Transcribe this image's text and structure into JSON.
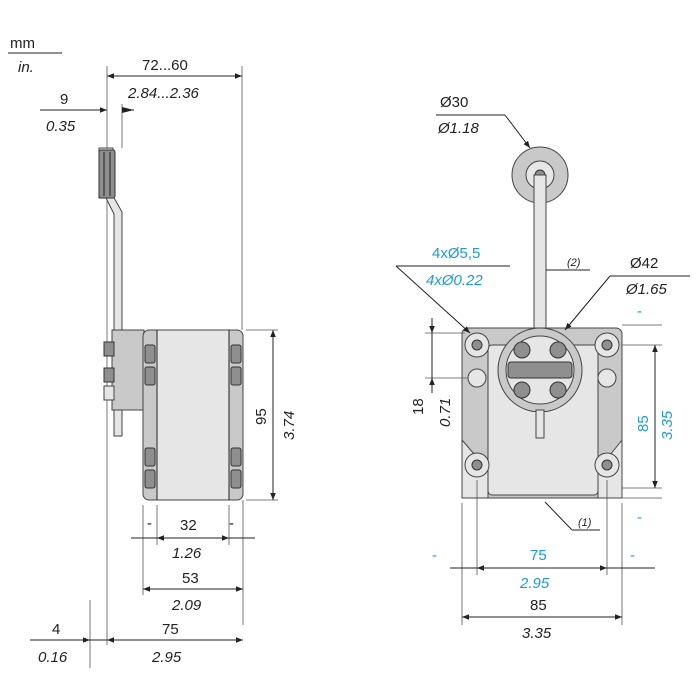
{
  "units": {
    "primary": "mm",
    "secondary": "in."
  },
  "side_view": {
    "lever_offset": {
      "mm": "72...60",
      "in": "2.84...2.36"
    },
    "lever_width": {
      "mm": "9",
      "in": "0.35"
    },
    "body_height": {
      "mm": "95",
      "in": "3.74"
    },
    "center_width": {
      "mm": "32",
      "in": "1.26"
    },
    "body_depth": {
      "mm": "53",
      "in": "2.09"
    },
    "overall_depth": {
      "mm": "75",
      "in": "2.95"
    },
    "rod_offset": {
      "mm": "4",
      "in": "0.16"
    },
    "tick_left": "-",
    "tick_right": "-"
  },
  "front_view": {
    "roller_dia": {
      "mm": "Ø30",
      "in": "Ø1.18"
    },
    "hole_dia": {
      "mm": "4xØ5,5",
      "in": "4xØ0.22"
    },
    "note2": "(2)",
    "head_dia": {
      "mm": "Ø42",
      "in": "Ø1.65"
    },
    "hole_offset": {
      "mm": "18",
      "in": "0.71"
    },
    "hole_spacing_v": {
      "mm": "85",
      "in": "3.35"
    },
    "hole_spacing_h": {
      "mm": "75",
      "in": "2.95"
    },
    "body_width": {
      "mm": "85",
      "in": "3.35"
    },
    "note1": "(1)",
    "tick": "-"
  },
  "colors": {
    "highlight": "#1e9bd7",
    "ink": "#222222",
    "body": "#c9c9c9"
  }
}
